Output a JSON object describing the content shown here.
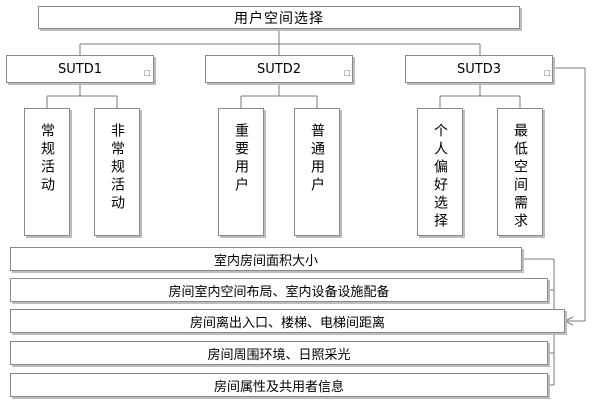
{
  "diagram": {
    "root": "用户空间选择",
    "nodes": [
      "SUTD1",
      "SUTD2",
      "SUTD3"
    ],
    "leaves": [
      [
        "常规活动",
        "非常规活动"
      ],
      [
        "重要用户",
        "普通用户"
      ],
      [
        "个人偏好选择",
        "最低空间需求"
      ]
    ],
    "attributes": [
      "室内房间面积大小",
      "房间室内空间布局、室内设备设施配备",
      "房间离出入口、楼梯、电梯间距离",
      "房间周围环境、日照采光",
      "房间属性及共用者信息"
    ]
  }
}
